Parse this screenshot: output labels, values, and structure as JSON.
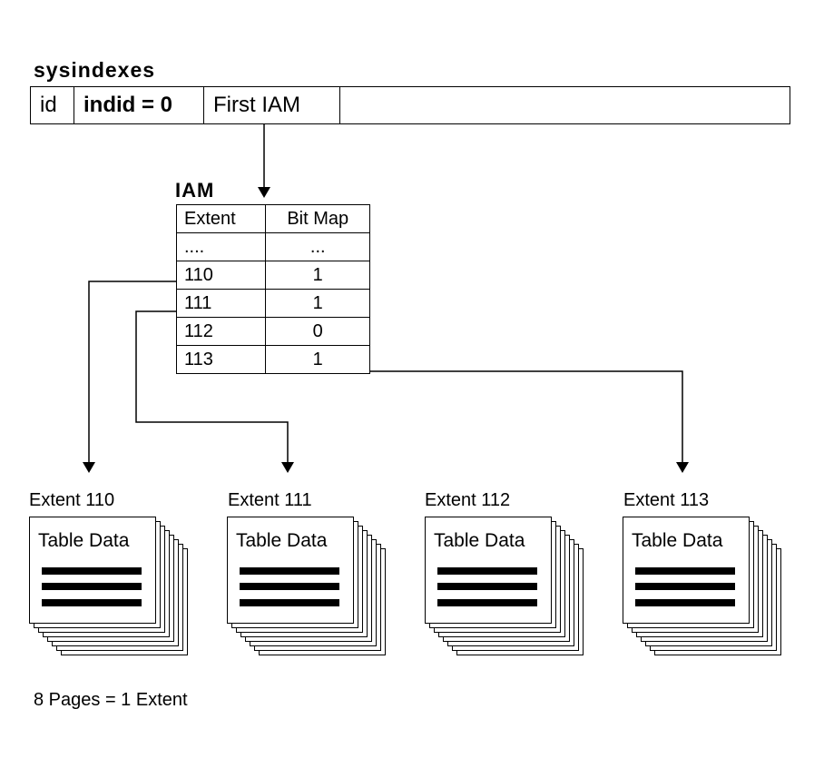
{
  "sysindexes": {
    "title": "sysindexes",
    "cells": [
      "id",
      "indid = 0",
      "First IAM",
      ""
    ]
  },
  "iam": {
    "title": "IAM",
    "headers": [
      "Extent",
      "Bit Map"
    ],
    "rows": [
      {
        "extent": "....",
        "bitmap": "..."
      },
      {
        "extent": "110",
        "bitmap": "1"
      },
      {
        "extent": "111",
        "bitmap": "1"
      },
      {
        "extent": "112",
        "bitmap": "0"
      },
      {
        "extent": "113",
        "bitmap": "1"
      }
    ]
  },
  "extents": [
    {
      "label": "Extent 110",
      "page_text": "Table Data"
    },
    {
      "label": "Extent 111",
      "page_text": "Table Data"
    },
    {
      "label": "Extent 112",
      "page_text": "Table Data"
    },
    {
      "label": "Extent 113",
      "page_text": "Table Data"
    }
  ],
  "footer": "8 Pages = 1 Extent"
}
